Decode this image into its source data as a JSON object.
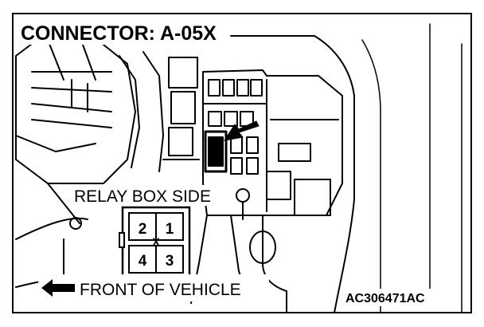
{
  "title": "CONNECTOR: A-05X",
  "relay_label": "RELAY BOX SIDE",
  "direction_label": "FRONT OF VEHICLE",
  "figure_id": "AC306471AC",
  "connector": {
    "center_mark": "X",
    "pins": [
      {
        "label": "2"
      },
      {
        "label": "1"
      },
      {
        "label": "4"
      },
      {
        "label": "3"
      }
    ]
  }
}
